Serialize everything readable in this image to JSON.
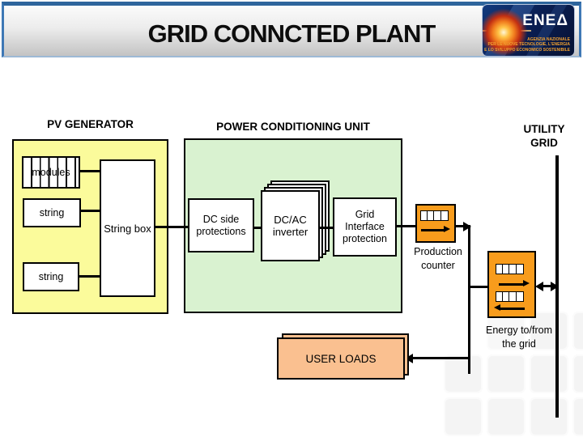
{
  "header": {
    "title": "GRID CONNCTED PLANT"
  },
  "logo": {
    "brand": "ENEΔ",
    "tagline1": "AGENZIA NAZIONALE",
    "tagline2": "PER LE NUOVE TECNOLOGIE, L'ENERGIA",
    "tagline3": "E LO SVILUPPO ECONOMICO SOSTENIBILE"
  },
  "sections": {
    "pv_generator": {
      "label": "PV GENERATOR",
      "modules": "modules",
      "string_top": "string",
      "string_bottom": "string",
      "string_box": "String box"
    },
    "pcu": {
      "label": "POWER CONDITIONING UNIT",
      "dc_side": "DC side protections",
      "inverter": "DC/AC inverter",
      "grid_interface": "Grid Interface protection"
    },
    "utility": {
      "label": "UTILITY GRID"
    }
  },
  "meters": {
    "production_counter": "Production counter",
    "energy_counter": "Energy to/from the grid"
  },
  "loads": {
    "user_loads": "USER LOADS"
  },
  "colors": {
    "pv_fill": "#fbfb9b",
    "pcu_fill": "#d9f2d0",
    "meter_fill": "#f89c1c",
    "loads_fill": "#fac090",
    "header_border": "#3e78b5",
    "line": "#000000"
  }
}
